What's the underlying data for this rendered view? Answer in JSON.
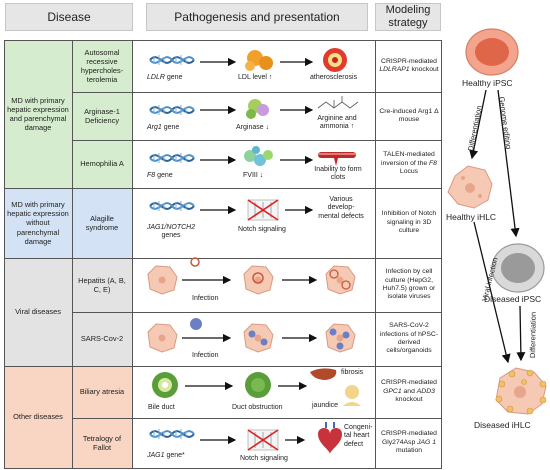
{
  "headers": {
    "disease": "Disease",
    "pathogenesis": "Pathogenesis and presentation",
    "modeling": "Modeling strategy"
  },
  "categories": [
    "MD with primary hepatic expression and parenchymal damage",
    "MD with primary hepatic expression without parenchymal damage",
    "Viral diseases",
    "Other diseases"
  ],
  "rows": {
    "fh": {
      "disease": "Autosomal recessive hypercholes- terolemia",
      "gene_italic": "LDLR",
      "gene_suffix": " gene",
      "middle": "LDL level ↑",
      "outcome": "atherosclerosis",
      "strategy_pre": "CRISPR-mediated ",
      "strategy_italic": "LDLRAP1",
      "strategy_post": " knockout"
    },
    "arg": {
      "disease": "Arginase-1 Deficiency",
      "gene_italic": "Arg1",
      "gene_suffix": " gene",
      "middle": "Arginase ↓",
      "outcome": "Arginine and ammonia ↑",
      "strategy": "Cre-induced Arg1 Δ mouse"
    },
    "hema": {
      "disease": "Hemophilia A",
      "gene_italic": "F8",
      "gene_suffix": " gene",
      "middle": "FVIII ↓",
      "outcome": "Inability to form clots",
      "strategy_pre": "TALEN-mediated inversion of the ",
      "strategy_italic": "F8",
      "strategy_post": " Locus"
    },
    "alagille": {
      "disease": "Alagille syndrome",
      "gene_italic": "JAG1/NOTCH2",
      "gene_suffix": "genes",
      "middle": "Notch signaling",
      "outcome": "Various develop- mental defects",
      "strategy": "Inhibition of Notch signaling in 3D culture"
    },
    "hepatitis": {
      "disease": "Hepatits (A, B, C, E)",
      "middle": "Infection",
      "strategy": "Infection by cell culture (HepG2, Huh7.5) grown or isolate viruses"
    },
    "sars": {
      "disease": "SARS-Cov-2",
      "middle": "Infection",
      "strategy": "SARS-CoV-2 infections of hPSC-derived cells/organoids"
    },
    "biliary": {
      "disease": "Biliary atresia",
      "left": "Bile duct",
      "middle": "Duct obstruction",
      "outcome_top": "fibrosis",
      "outcome_bottom": "jaundice",
      "strategy_pre": "CRISPR-mediated ",
      "strategy_italic": "GPC1",
      "strategy_mid": " and ",
      "strategy_italic2": "ADD3",
      "strategy_post": " knockout"
    },
    "tetralogy": {
      "disease": "Tetralogy of Fallot",
      "gene_italic": "JAG1",
      "gene_suffix": " gene*",
      "middle": "Notch signaling",
      "outcome": "Congeni- tal heart defect",
      "strategy_pre": "CRISPR-mediated Gly274Asp ",
      "strategy_italic": "JAG 1",
      "strategy_post": " mutation"
    }
  },
  "right_panel": {
    "healthy_ipsc": "Healthy iPSC",
    "healthy_ihlc": "Healthy iHLC",
    "diseased_ipsc": "Diseased iPSC",
    "diseased_ihlc": "Diseased iHLC",
    "differentiation_1": "Differentiation",
    "genome_editing": "Genome editing",
    "viral_infection": "Viral infection",
    "differentiation_2": "Differentiation"
  },
  "colors": {
    "green": "#d5ecce",
    "blue": "#d3e2f4",
    "gray": "#e3e3e3",
    "peach": "#f9d6c3",
    "header": "#e6e6e6"
  }
}
